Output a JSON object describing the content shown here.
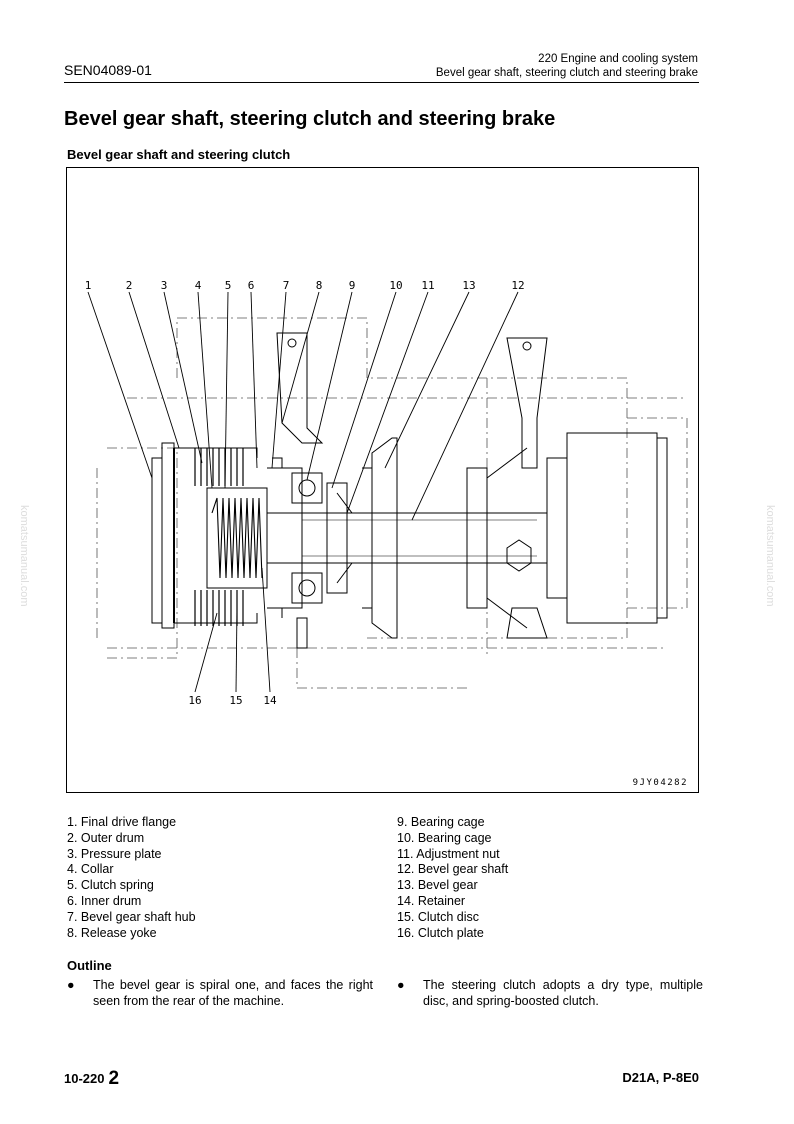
{
  "header": {
    "doc_id": "SEN04089-01",
    "section": "220 Engine and cooling system",
    "topic": "Bevel gear shaft, steering clutch and steering brake"
  },
  "title": "Bevel gear shaft, steering clutch and steering brake",
  "subtitle": "Bevel gear shaft and steering clutch",
  "figure": {
    "code": "9JY04282",
    "callouts_top": [
      "1",
      "2",
      "3",
      "4",
      "5",
      "6",
      "7",
      "8",
      "9",
      "10",
      "11",
      "13",
      "12"
    ],
    "callouts_bottom": [
      "16",
      "15",
      "14"
    ]
  },
  "legend_left": [
    "1. Final drive flange",
    "2. Outer drum",
    "3. Pressure plate",
    "4. Collar",
    "5. Clutch spring",
    "6. Inner drum",
    "7. Bevel gear shaft hub",
    "8. Release yoke"
  ],
  "legend_right": [
    "9. Bearing cage",
    "10. Bearing cage",
    "11. Adjustment nut",
    "12. Bevel gear shaft",
    "13. Bevel gear",
    "14. Retainer",
    "15. Clutch disc",
    "16. Clutch plate"
  ],
  "outline": {
    "heading": "Outline",
    "bullet_symbol": "●",
    "items": [
      "The bevel gear is spiral one, and faces the right seen from the rear of the machine.",
      "The steering clutch adopts a dry type, multiple disc, and spring-boosted clutch."
    ]
  },
  "footer": {
    "page": "10-220",
    "revision": "2",
    "model": "D21A, P-8E0"
  },
  "watermark": "komatsumanual.com"
}
